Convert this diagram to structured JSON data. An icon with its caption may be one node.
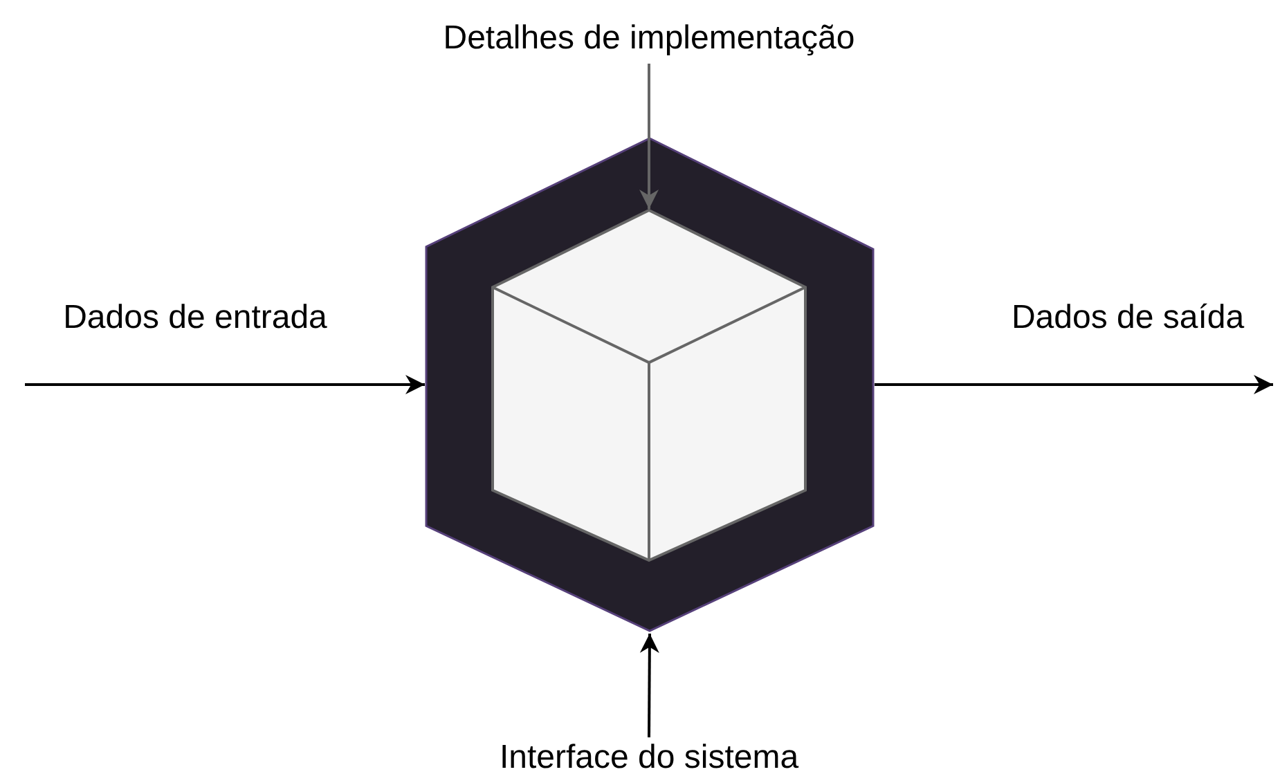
{
  "diagram": {
    "nodes": [
      {
        "text": [],
        "shape": "hexagon"
      },
      {
        "text": [],
        "shape": "cube",
        "in": 0
      },
      {
        "text": [
          "Detalhes de implementação"
        ]
      },
      {
        "text": [
          "Interface do sistema"
        ]
      }
    ],
    "edges": [
      {
        "from": 2,
        "to": 1,
        "arrow": "to",
        "color": "#666666"
      },
      {
        "from": 3,
        "to": 0,
        "arrow": "to"
      },
      {
        "from": null,
        "to": 0,
        "arrow": "to",
        "label": "Dados de entrada"
      },
      {
        "from": 0,
        "to": null,
        "arrow": "to",
        "label": "Dados de saída"
      }
    ]
  }
}
